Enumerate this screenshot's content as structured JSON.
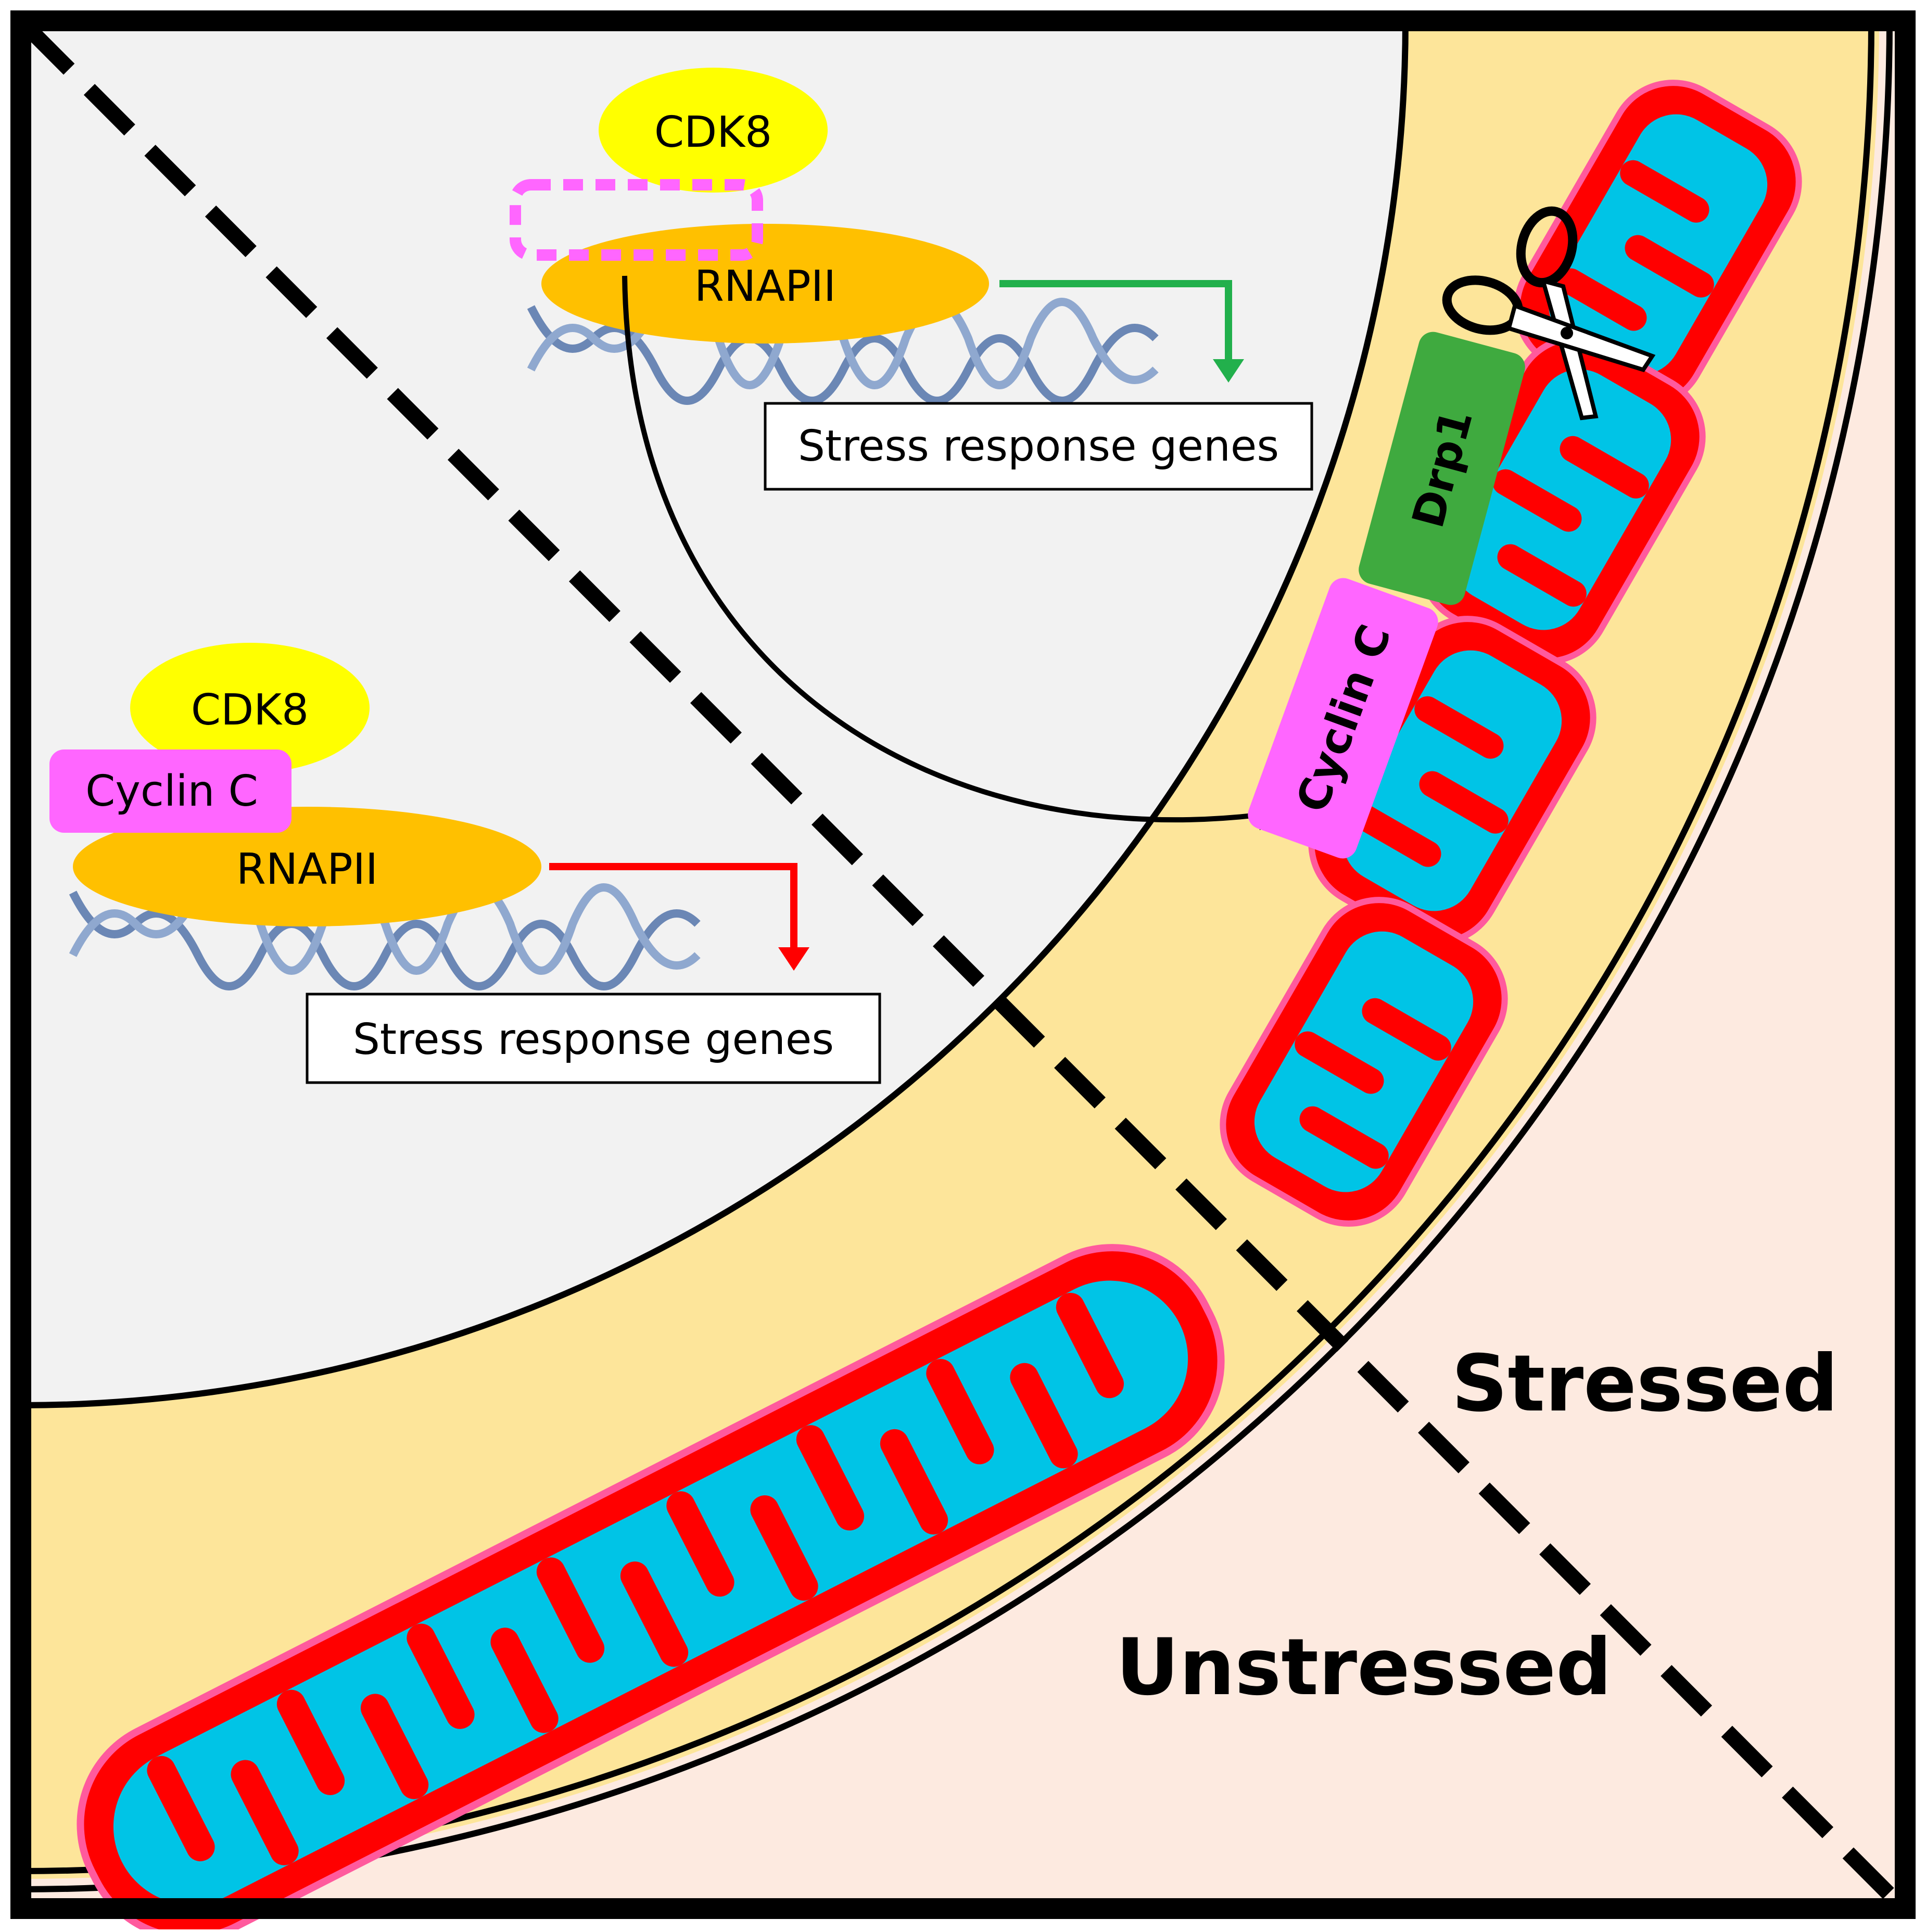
{
  "stressed_side": {
    "cdk8_label": "CDK8",
    "rnapii_label": "RNAPII",
    "genes_label": "Stress response genes",
    "cyclin_c_label": "Cyclin C",
    "drp1_label": "Drp1"
  },
  "unstressed_side": {
    "cdk8_label": "CDK8",
    "cyclin_c_label": "Cyclin C",
    "rnapii_label": "RNAPII",
    "genes_label": "Stress response genes"
  },
  "region_labels": {
    "stressed": "Stressed",
    "unstressed": "Unstressed"
  },
  "colors": {
    "nucleus": "#f2f2f2",
    "cytoplasm": "#fde59a",
    "outside": "#fdeae0",
    "cdk8": "#ffff00",
    "rnapii": "#ffc000",
    "cyclin_c": "#ff66ff",
    "drp1": "#3faa3f",
    "dna": "#6b87b5",
    "activated_arrow": "#22b04c",
    "repressed_arrow": "#ff0000",
    "mito_outer": "#ff0000",
    "mito_matrix": "#00c4e6"
  }
}
